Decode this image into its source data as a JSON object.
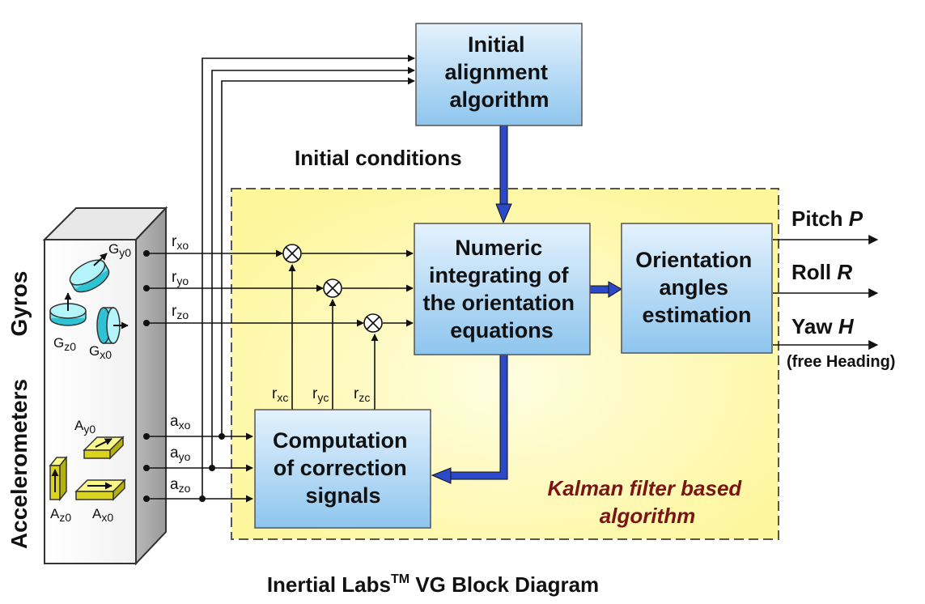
{
  "caption": {
    "main": "Inertial Labs",
    "sup": "TM",
    "rest": " VG Block Diagram"
  },
  "blocks": {
    "initial_alignment": [
      "Initial",
      "alignment",
      "algorithm"
    ],
    "numeric_integrating": [
      "Numeric",
      "integrating of",
      "the orientation",
      "equations"
    ],
    "orientation_angles": [
      "Orientation",
      "angles",
      "estimation"
    ],
    "computation": [
      "Computation",
      "of correction",
      "signals"
    ]
  },
  "initial_conditions": "Initial conditions",
  "kalman_label": [
    "Kalman filter based",
    "algorithm"
  ],
  "sensor_labels": {
    "gyros": "Gyros",
    "accelerometers": "Accelerometers"
  },
  "gyro_glyphs": {
    "gz0": {
      "main": "G",
      "sub": "z0"
    },
    "gx0": {
      "main": "G",
      "sub": "x0"
    },
    "gy0": {
      "main": "G",
      "sub": "y0"
    }
  },
  "accel_glyphs": {
    "ay0": {
      "main": "A",
      "sub": "y0"
    },
    "az0": {
      "main": "A",
      "sub": "z0"
    },
    "ax0": {
      "main": "A",
      "sub": "x0"
    }
  },
  "gyro_signals": [
    {
      "main": "r",
      "sub": "xo"
    },
    {
      "main": "r",
      "sub": "yo"
    },
    {
      "main": "r",
      "sub": "zo"
    }
  ],
  "accel_signals": [
    {
      "main": "a",
      "sub": "xo"
    },
    {
      "main": "a",
      "sub": "yo"
    },
    {
      "main": "a",
      "sub": "zo"
    }
  ],
  "correction_signals": [
    {
      "main": "r",
      "sub": "xc"
    },
    {
      "main": "r",
      "sub": "yc"
    },
    {
      "main": "r",
      "sub": "zc"
    }
  ],
  "outputs": {
    "pitch": {
      "label": "Pitch ",
      "symbol": "P"
    },
    "roll": {
      "label": "Roll ",
      "symbol": "R"
    },
    "yaw": {
      "label": "Yaw ",
      "symbol": "H"
    },
    "yaw_note": "(free Heading)"
  },
  "colors": {
    "block_top": "#dff0fc",
    "block_bottom": "#8cc4ee",
    "kalman_fill": "#fefbbf",
    "kalman_border": "#555555",
    "thick_arrow": "#2c49c8",
    "kalman_text": "#7a1515",
    "gyro_cyan": "#6fe6f2",
    "accel_yellow": "#f6f23a"
  }
}
